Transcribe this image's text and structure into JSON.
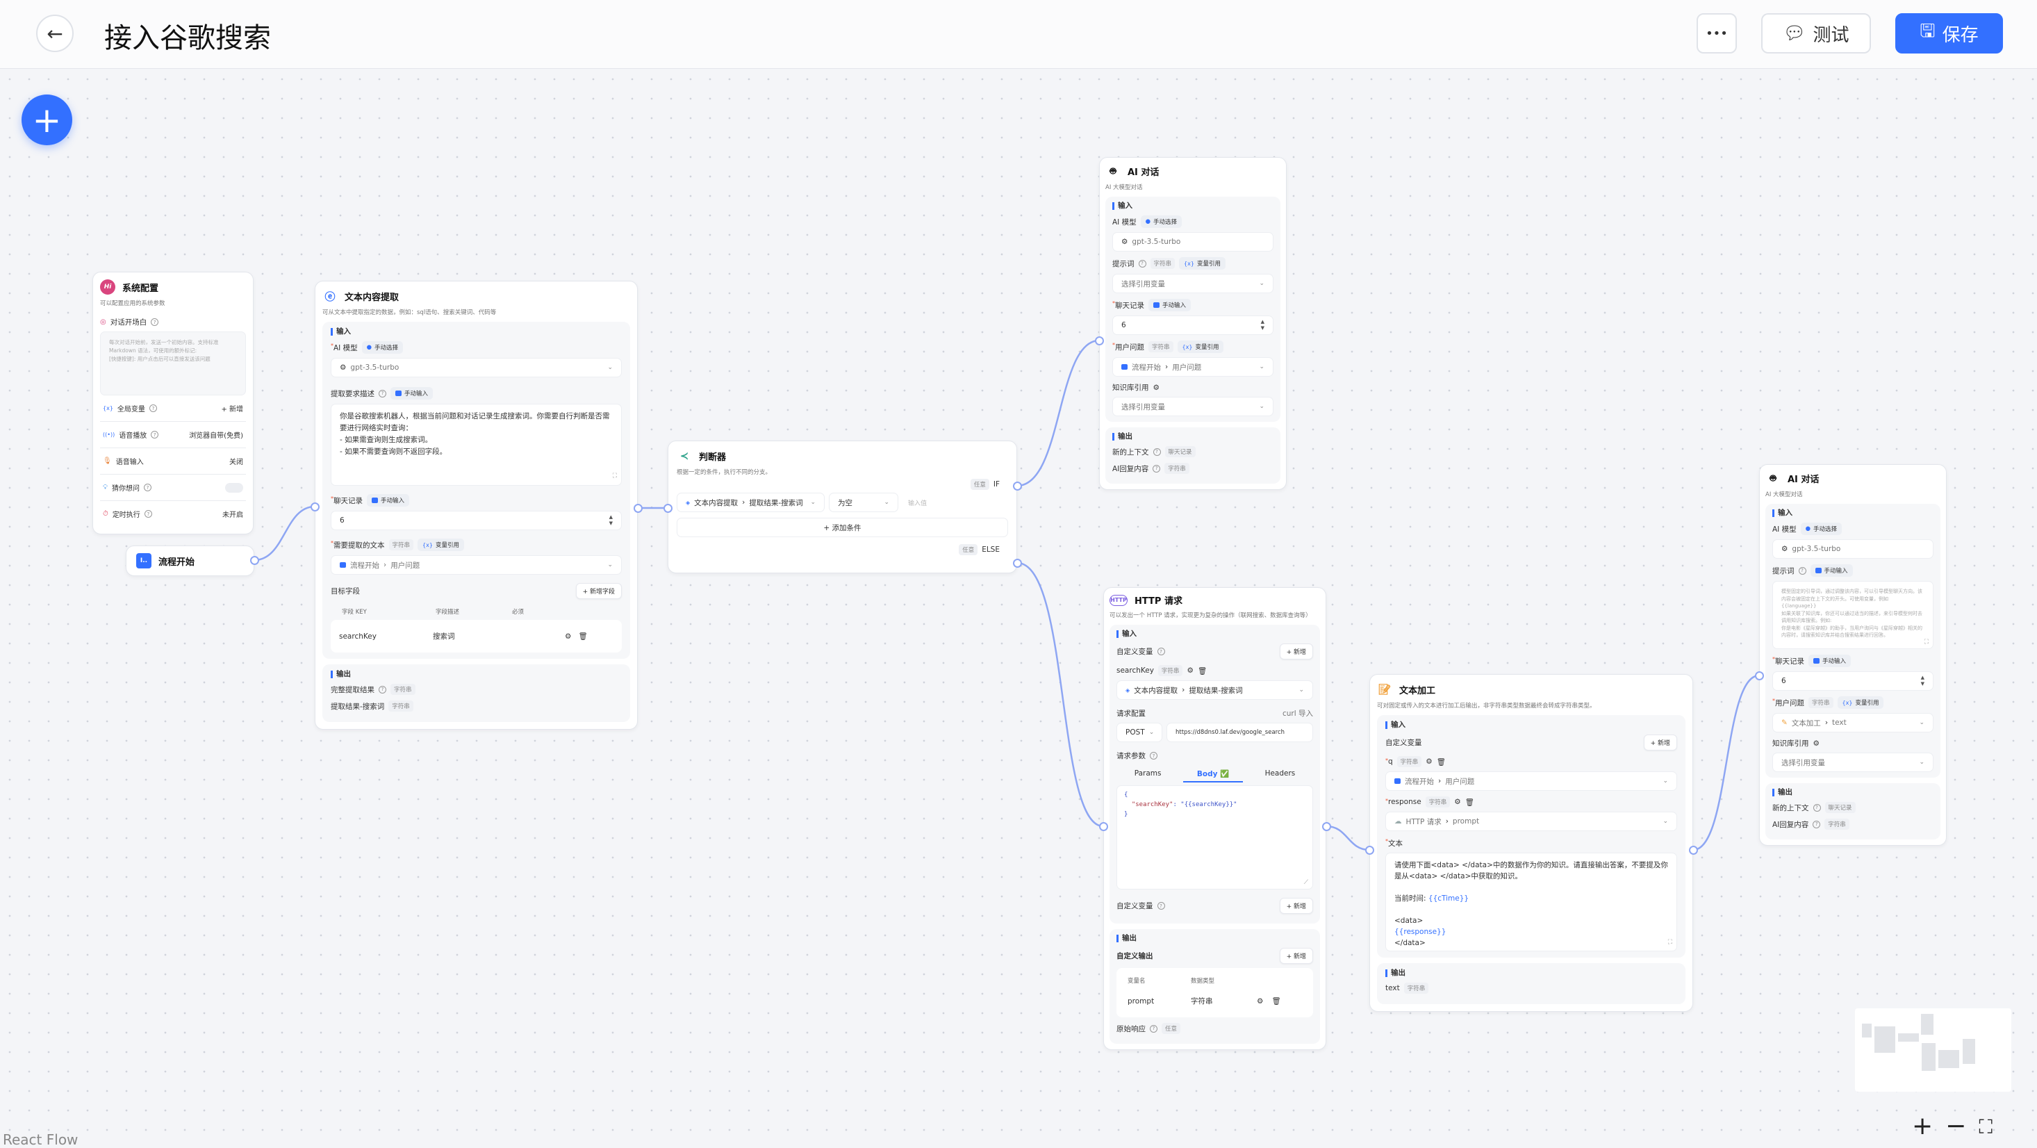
{
  "header": {
    "title": "接入谷歌搜索",
    "more": "•••",
    "test": "测试",
    "save": "保存"
  },
  "colors": {
    "accent": "#3370ff",
    "edge": "#8ea6f3",
    "background": "#f4f5f8"
  },
  "canvas": {
    "footer": "React Flow",
    "add_icon": "plus-icon",
    "zoom_in": "+",
    "zoom_out": "−",
    "fit": "⛶"
  },
  "sys": {
    "avatar": "Hi",
    "title": "系统配置",
    "desc": "可以配置应用的系统参数",
    "welcome_label": "对话开场白",
    "welcome_placeholder": "每次对话开始前，发送一个初始内容。支持标准\nMarkdown 语法，可使用的额外标记:\n[快捷按键]: 用户点击后可以直接发送该问题",
    "rows": [
      {
        "label": "全局变量",
        "value": "+ 新增"
      },
      {
        "label": "语音播放",
        "value": "浏览器自带(免费)"
      },
      {
        "label": "语音输入",
        "value": "关闭"
      },
      {
        "label": "猜你想问",
        "value": ""
      },
      {
        "label": "定时执行",
        "value": "未开启"
      }
    ]
  },
  "start": {
    "title": "流程开始"
  },
  "extract": {
    "title": "文本内容提取",
    "desc": "可从文本中提取指定的数据，例如：sql语句、搜索关键词、代码等",
    "input": "输入",
    "model_label": "AI 模型",
    "model_tag": "手动选择",
    "model": "gpt-3.5-turbo",
    "desc_label": "提取要求描述",
    "desc_tag": "手动输入",
    "prompt": "你是谷歌搜索机器人，根据当前问题和对话记录生成搜索词。你需要自行判断是否需要进行网络实时查询：\n- 如果需查询则生成搜索词。\n- 如果不需要查询则不返回字段。",
    "history_label": "聊天记录",
    "history_tag": "手动输入",
    "history": "6",
    "text_label": "需要提取的文本",
    "text_type": "字符串",
    "text_tag": "变量引用",
    "text_ref_node": "流程开始",
    "text_ref_field": "用户问题",
    "target_label": "目标字段",
    "add_field": "+ 新增字段",
    "columns": [
      "字段 KEY",
      "字段描述",
      "必须"
    ],
    "rows": [
      {
        "key": "searchKey",
        "desc": "搜索词"
      }
    ],
    "output": "输出",
    "outputs": [
      {
        "label": "完整提取结果",
        "type": "字符串"
      },
      {
        "label": "提取结果-搜索词",
        "type": "字符串"
      }
    ]
  },
  "ifelse": {
    "title": "判断器",
    "desc": "根据一定的条件，执行不同的分支。",
    "if_type": "任意",
    "if_label": "IF",
    "cond_ref_node": "文本内容提取",
    "cond_ref_field": "提取结果-搜索词",
    "cond_op": "为空",
    "cond_value_placeholder": "输入值",
    "add_cond": "+ 添加条件",
    "else_type": "任意",
    "else_label": "ELSE"
  },
  "ai1": {
    "title": "AI 对话",
    "desc": "AI 大模型对话",
    "input": "输入",
    "model_label": "AI 模型",
    "model_tag": "手动选择",
    "model": "gpt-3.5-turbo",
    "prompt_label": "提示词",
    "prompt_type": "字符串",
    "prompt_tag": "变量引用",
    "prompt_select": "选择引用变量",
    "history_label": "聊天记录",
    "history_tag": "手动输入",
    "history": "6",
    "question_label": "用户问题",
    "question_type": "字符串",
    "question_tag": "变量引用",
    "question_ref_node": "流程开始",
    "question_ref_field": "用户问题",
    "kb_label": "知识库引用",
    "kb_select": "选择引用变量",
    "output": "输出",
    "outputs": [
      {
        "label": "新的上下文",
        "type": "聊天记录"
      },
      {
        "label": "AI回复内容",
        "type": "字符串"
      }
    ]
  },
  "http": {
    "title": "HTTP 请求",
    "desc": "可以发出一个 HTTP 请求，实现更为复杂的操作（联网搜索、数据库查询等）",
    "input": "输入",
    "custom_var": "自定义变量",
    "add": "+ 新增",
    "var_name": "searchKey",
    "var_type": "字符串",
    "var_ref_node": "文本内容提取",
    "var_ref_field": "提取结果-搜索词",
    "req_config": "请求配置",
    "curl": "curl 导入",
    "method": "POST",
    "url": "https://d8dns0.laf.dev/google_search",
    "req_params": "请求参数",
    "tabs": [
      "Params",
      "Body ✅",
      "Headers"
    ],
    "active_tab": 1,
    "body_key": "\"searchKey\"",
    "body_value": "\"{{searchKey}}\"",
    "custom_var2": "自定义变量",
    "output": "输出",
    "custom_output": "自定义输出",
    "columns": [
      "变量名",
      "数据类型"
    ],
    "rows": [
      {
        "name": "prompt",
        "type": "字符串"
      }
    ],
    "raw_label": "原始响应",
    "raw_type": "任意"
  },
  "textedit": {
    "title": "文本加工",
    "desc": "可对固定或传入的文本进行加工后输出，非字符串类型数据最终会转成字符串类型。",
    "input": "输入",
    "custom_var": "自定义变量",
    "add": "+ 新增",
    "vars": [
      {
        "name": "q",
        "type": "字符串",
        "ref_node": "流程开始",
        "ref_field": "用户问题"
      },
      {
        "name": "response",
        "type": "字符串",
        "ref_node": "HTTP 请求",
        "ref_field": "prompt"
      }
    ],
    "text_label": "文本",
    "text_line1": "请使用下面<data> </data>中的数据作为你的知识。请直接输出答案，不要提及你是从<data> </data>中获取的知识。",
    "text_time": "当前时间: ",
    "text_ctime": "{{cTime}}",
    "text_data_open": "<data>",
    "text_response": "{{response}}",
    "text_data_close": "</data>",
    "output": "输出",
    "out_name": "text",
    "out_type": "字符串"
  },
  "ai2": {
    "title": "AI 对话",
    "desc": "AI 大模型对话",
    "input": "输入",
    "model_label": "AI 模型",
    "model_tag": "手动选择",
    "model": "gpt-3.5-turbo",
    "prompt_label": "提示词",
    "prompt_tag": "手动输入",
    "prompt_placeholder": "模型固定的引导词，通过调整该内容，可以引导模型聊天方向。该内容会被固定在上下文的开头。可使用变量，例如 {{language}}\n如果关联了知识库，你还可以通过适当的描述，来引导模型何时去调用知识库搜索。例如:\n你是电影《星际穿越》的助手，当用户询问与《星际穿越》相关的内容时，请搜索知识库并结合搜索结果进行回答。",
    "history_label": "聊天记录",
    "history_tag": "手动输入",
    "history": "6",
    "question_label": "用户问题",
    "question_type": "字符串",
    "question_tag": "变量引用",
    "question_ref_node": "文本加工",
    "question_ref_field": "text",
    "kb_label": "知识库引用",
    "kb_select": "选择引用变量",
    "output": "输出",
    "outputs": [
      {
        "label": "新的上下文",
        "type": "聊天记录"
      },
      {
        "label": "AI回复内容",
        "type": "字符串"
      }
    ]
  }
}
